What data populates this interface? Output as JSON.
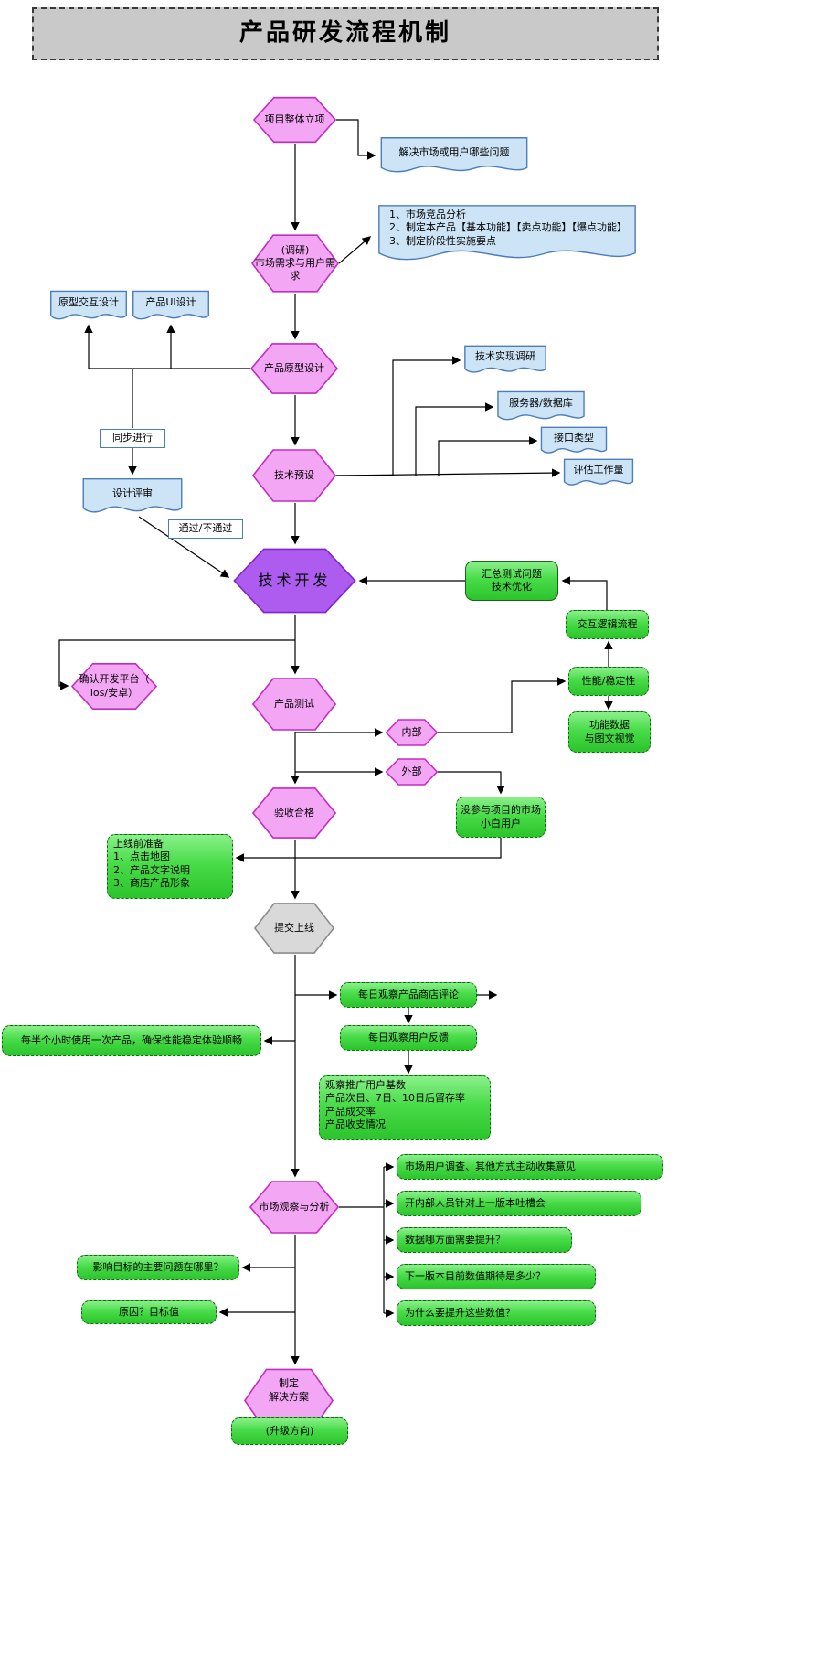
{
  "title": "产品研发流程机制",
  "nodes": {
    "project_initiation": "项目整体立项",
    "market_research": "(调研)\n市场需求与用户需\n求",
    "prototype_design": "产品原型设计",
    "tech_presets": "技术预设",
    "tech_development": "技术开发",
    "product_testing": "产品测试",
    "acceptance": "验收合格",
    "submit_launch": "提交上线",
    "market_observation": "市场观察与分析",
    "solution_planning": "制定\n解决方案",
    "platform_confirm": "确认开发平台（\nios/安卓）",
    "internal": "内部",
    "external": "外部"
  },
  "documents": {
    "problems_to_solve": "解决市场或用户哪些问题",
    "competitive_analysis": "1、市场竞品分析\n2、制定本产品【基本功能】【卖点功能】【爆点功能】\n3、制定阶段性实施要点",
    "prototype_interaction_design": "原型交互设计",
    "product_ui_design": "产品UI设计",
    "tech_research": "技术实现调研",
    "server_database": "服务器/数据库",
    "interface_type": "接口类型",
    "workload_estimate": "评估工作量",
    "design_review": "设计评审"
  },
  "labels": {
    "sync_parallel": "同步进行",
    "pass_fail": "通过/不通过"
  },
  "notes": {
    "test_summary": "汇总测试问题\n技术优化",
    "interaction_logic": "交互逻辑流程",
    "performance_stability": "性能/稳定性",
    "functional_data": "功能数据\n与图文视觉",
    "naive_users": "没参与项目的市场\n小白用户",
    "prelaunch": "上线前准备\n1、点击地图\n2、产品文字说明\n3、商店产品形象",
    "daily_store_reviews": "每日观察产品商店评论",
    "half_hour_usage": "每半个小时使用一次产品，确保性能稳定体验顺畅",
    "daily_user_feedback": "每日观察用户反馈",
    "growth_metrics": "观察推广用户基数\n产品次日、7日、10日后留存率\n产品成交率\n产品收支情况",
    "user_survey": "市场用户调查、其他方式主动收集意见",
    "internal_critique": "开内部人员针对上一版本吐槽会",
    "data_improvement": "数据哪方面需要提升？",
    "next_version_target": "下一版本目前数值期待是多少？",
    "why_improve": "为什么要提升这些数值？",
    "key_problem": "影响目标的主要问题在哪里？",
    "cause_target": "原因？目标值",
    "upgrade_direction": "(升级方向)"
  },
  "colors": {
    "hex_pink": "#f3a6f3",
    "hex_pink_border": "#c32cc3",
    "hex_violet": "#ad5cef",
    "hex_gray": "#d9d9d9",
    "doc_blue": "#cde4f6",
    "doc_border": "#4b7db8",
    "note_green": "#49dc49",
    "note_border": "#156615",
    "title_bg": "#c9c9c9"
  }
}
